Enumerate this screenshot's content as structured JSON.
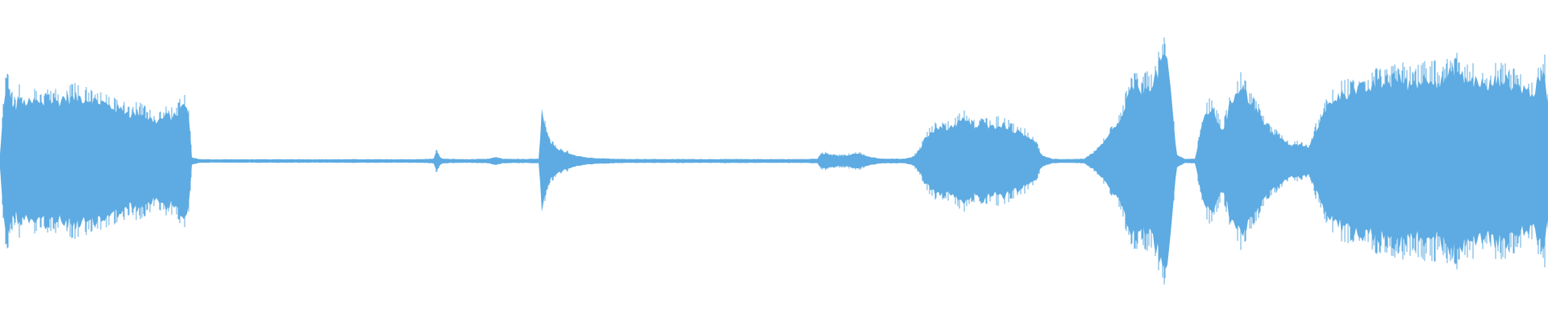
{
  "waveform": {
    "color": "#5dabe2",
    "background": "#ffffff",
    "duration_fraction_points": [
      [
        0.0,
        0.06
      ],
      [
        0.003,
        0.62
      ],
      [
        0.005,
        0.66
      ],
      [
        0.007,
        0.55
      ],
      [
        0.01,
        0.48
      ],
      [
        0.012,
        0.6
      ],
      [
        0.014,
        0.52
      ],
      [
        0.017,
        0.54
      ],
      [
        0.02,
        0.52
      ],
      [
        0.023,
        0.55
      ],
      [
        0.026,
        0.51
      ],
      [
        0.03,
        0.53
      ],
      [
        0.034,
        0.55
      ],
      [
        0.038,
        0.54
      ],
      [
        0.041,
        0.58
      ],
      [
        0.045,
        0.57
      ],
      [
        0.05,
        0.58
      ],
      [
        0.055,
        0.57
      ],
      [
        0.06,
        0.55
      ],
      [
        0.065,
        0.54
      ],
      [
        0.07,
        0.5
      ],
      [
        0.075,
        0.48
      ],
      [
        0.08,
        0.46
      ],
      [
        0.085,
        0.42
      ],
      [
        0.09,
        0.45
      ],
      [
        0.095,
        0.4
      ],
      [
        0.1,
        0.36
      ],
      [
        0.104,
        0.38
      ],
      [
        0.108,
        0.42
      ],
      [
        0.112,
        0.4
      ],
      [
        0.116,
        0.46
      ],
      [
        0.12,
        0.52
      ],
      [
        0.122,
        0.4
      ],
      [
        0.124,
        0.03
      ],
      [
        0.13,
        0.015
      ],
      [
        0.15,
        0.015
      ],
      [
        0.17,
        0.015
      ],
      [
        0.19,
        0.016
      ],
      [
        0.21,
        0.015
      ],
      [
        0.23,
        0.016
      ],
      [
        0.25,
        0.015
      ],
      [
        0.27,
        0.016
      ],
      [
        0.28,
        0.02
      ],
      [
        0.282,
        0.09
      ],
      [
        0.284,
        0.04
      ],
      [
        0.286,
        0.02
      ],
      [
        0.3,
        0.016
      ],
      [
        0.315,
        0.018
      ],
      [
        0.32,
        0.035
      ],
      [
        0.325,
        0.02
      ],
      [
        0.34,
        0.017
      ],
      [
        0.348,
        0.02
      ],
      [
        0.35,
        0.45
      ],
      [
        0.352,
        0.3
      ],
      [
        0.355,
        0.18
      ],
      [
        0.36,
        0.1
      ],
      [
        0.366,
        0.08
      ],
      [
        0.372,
        0.05
      ],
      [
        0.38,
        0.03
      ],
      [
        0.4,
        0.018
      ],
      [
        0.43,
        0.017
      ],
      [
        0.46,
        0.017
      ],
      [
        0.49,
        0.017
      ],
      [
        0.52,
        0.017
      ],
      [
        0.528,
        0.02
      ],
      [
        0.53,
        0.06
      ],
      [
        0.533,
        0.07
      ],
      [
        0.538,
        0.05
      ],
      [
        0.545,
        0.05
      ],
      [
        0.55,
        0.06
      ],
      [
        0.555,
        0.07
      ],
      [
        0.56,
        0.04
      ],
      [
        0.57,
        0.02
      ],
      [
        0.585,
        0.02
      ],
      [
        0.59,
        0.04
      ],
      [
        0.594,
        0.1
      ],
      [
        0.598,
        0.22
      ],
      [
        0.602,
        0.28
      ],
      [
        0.606,
        0.3
      ],
      [
        0.61,
        0.28
      ],
      [
        0.615,
        0.32
      ],
      [
        0.62,
        0.36
      ],
      [
        0.624,
        0.38
      ],
      [
        0.628,
        0.3
      ],
      [
        0.632,
        0.32
      ],
      [
        0.636,
        0.34
      ],
      [
        0.64,
        0.3
      ],
      [
        0.645,
        0.34
      ],
      [
        0.65,
        0.32
      ],
      [
        0.655,
        0.28
      ],
      [
        0.66,
        0.26
      ],
      [
        0.665,
        0.22
      ],
      [
        0.67,
        0.14
      ],
      [
        0.673,
        0.05
      ],
      [
        0.68,
        0.018
      ],
      [
        0.69,
        0.017
      ],
      [
        0.7,
        0.02
      ],
      [
        0.705,
        0.06
      ],
      [
        0.71,
        0.12
      ],
      [
        0.715,
        0.2
      ],
      [
        0.72,
        0.3
      ],
      [
        0.725,
        0.4
      ],
      [
        0.728,
        0.55
      ],
      [
        0.73,
        0.62
      ],
      [
        0.733,
        0.7
      ],
      [
        0.737,
        0.6
      ],
      [
        0.741,
        0.68
      ],
      [
        0.745,
        0.72
      ],
      [
        0.748,
        0.82
      ],
      [
        0.75,
        0.92
      ],
      [
        0.752,
        0.95
      ],
      [
        0.754,
        0.86
      ],
      [
        0.756,
        0.7
      ],
      [
        0.758,
        0.38
      ],
      [
        0.76,
        0.06
      ],
      [
        0.765,
        0.02
      ],
      [
        0.772,
        0.02
      ],
      [
        0.775,
        0.22
      ],
      [
        0.778,
        0.4
      ],
      [
        0.782,
        0.48
      ],
      [
        0.786,
        0.38
      ],
      [
        0.79,
        0.28
      ],
      [
        0.794,
        0.48
      ],
      [
        0.798,
        0.62
      ],
      [
        0.802,
        0.7
      ],
      [
        0.806,
        0.58
      ],
      [
        0.81,
        0.5
      ],
      [
        0.814,
        0.4
      ],
      [
        0.818,
        0.3
      ],
      [
        0.822,
        0.26
      ],
      [
        0.826,
        0.22
      ],
      [
        0.83,
        0.18
      ],
      [
        0.834,
        0.14
      ],
      [
        0.838,
        0.15
      ],
      [
        0.842,
        0.14
      ],
      [
        0.846,
        0.13
      ],
      [
        0.85,
        0.28
      ],
      [
        0.855,
        0.42
      ],
      [
        0.86,
        0.55
      ],
      [
        0.865,
        0.6
      ],
      [
        0.87,
        0.62
      ],
      [
        0.875,
        0.64
      ],
      [
        0.88,
        0.66
      ],
      [
        0.885,
        0.66
      ],
      [
        0.89,
        0.7
      ],
      [
        0.895,
        0.68
      ],
      [
        0.9,
        0.72
      ],
      [
        0.905,
        0.74
      ],
      [
        0.91,
        0.7
      ],
      [
        0.915,
        0.72
      ],
      [
        0.92,
        0.74
      ],
      [
        0.925,
        0.78
      ],
      [
        0.93,
        0.7
      ],
      [
        0.935,
        0.76
      ],
      [
        0.94,
        0.82
      ],
      [
        0.945,
        0.76
      ],
      [
        0.95,
        0.72
      ],
      [
        0.955,
        0.74
      ],
      [
        0.96,
        0.66
      ],
      [
        0.965,
        0.72
      ],
      [
        0.97,
        0.76
      ],
      [
        0.975,
        0.7
      ],
      [
        0.98,
        0.68
      ],
      [
        0.985,
        0.66
      ],
      [
        0.99,
        0.62
      ],
      [
        0.995,
        0.72
      ],
      [
        0.998,
        0.8
      ],
      [
        1.0,
        0.5
      ]
    ]
  }
}
